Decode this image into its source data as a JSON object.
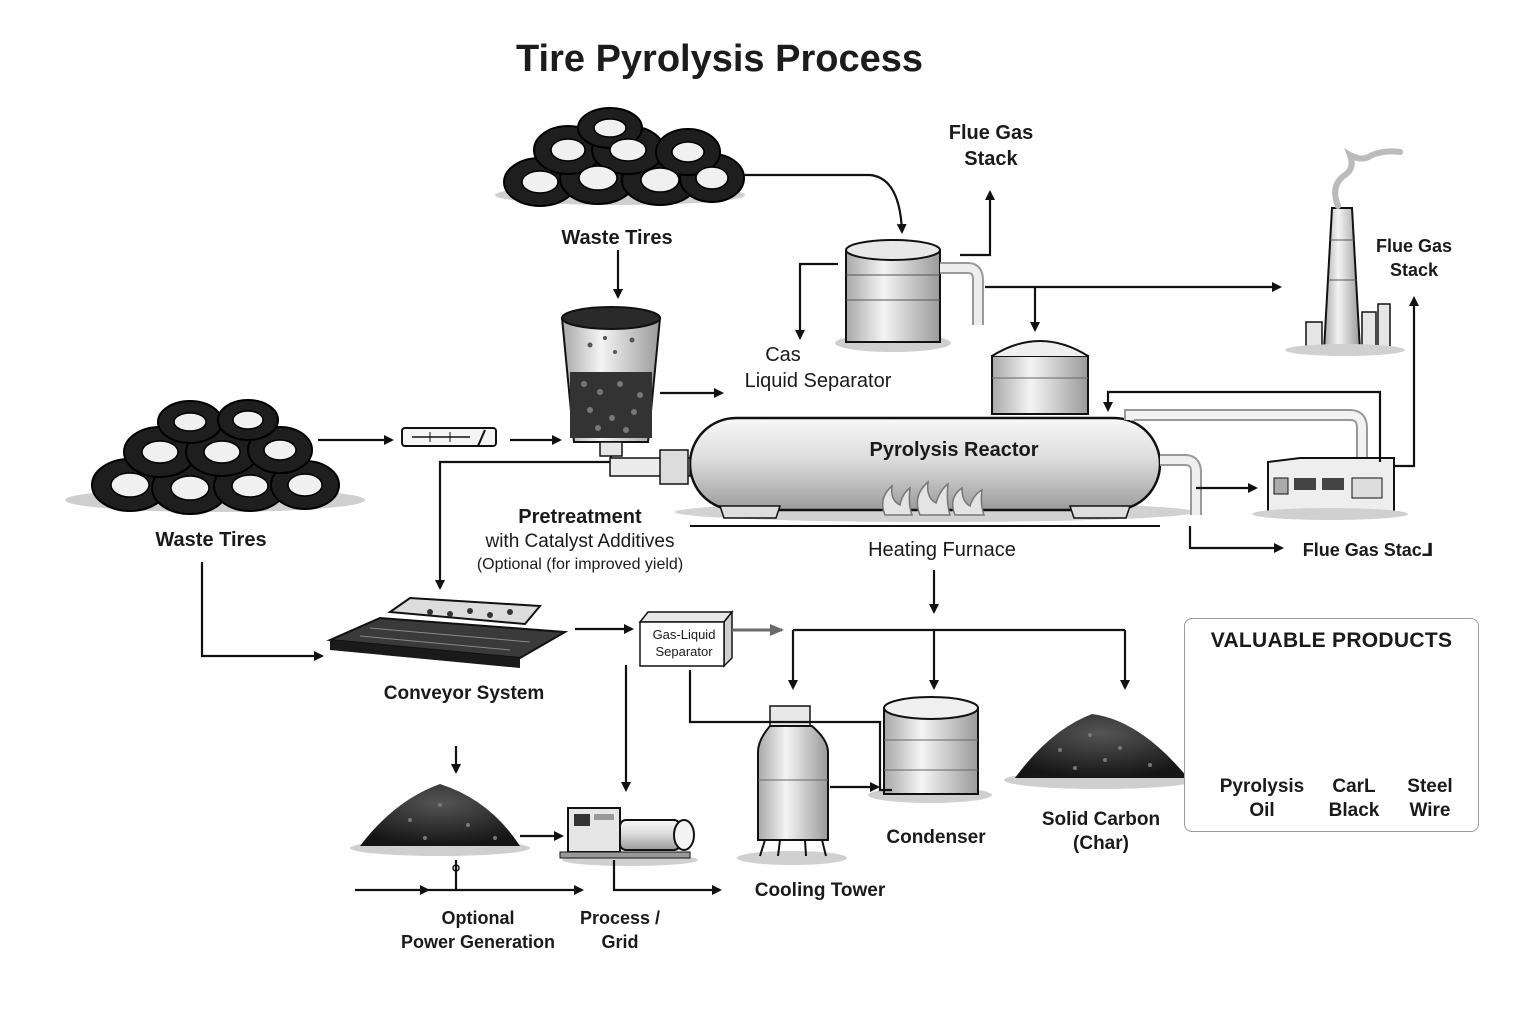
{
  "title": "Tire Pyrolysis Process",
  "labels": {
    "waste_tires_top": "Waste Tires",
    "waste_tires_left": "Waste Tires",
    "flue_gas_stack_top": [
      "Flue Gas",
      "Stack"
    ],
    "flue_gas_stack_right": [
      "Flue Gas",
      "Stack"
    ],
    "flue_gas_stack_bottom": "Flue Gas Stac⅃",
    "gas_liquid_separator_top": [
      "Cas",
      "Liquid Separator"
    ],
    "pyrolysis_reactor": "Pyrolysis Reactor",
    "heating_furnace": "Heating Furnace",
    "pretreatment": [
      "Pretreatment",
      "with Catalyst Additives",
      "(Optional (for improved yield)"
    ],
    "conveyor_system": "Conveyor System",
    "gas_liquid_separator_box": [
      "Gas-Liquid",
      "Separator"
    ],
    "condenser": "Condenser",
    "cooling_tower": "Cooling Tower",
    "solid_carbon": [
      "Solid Carbon",
      "(Char)"
    ],
    "optional_power": [
      "Optional",
      "Power Generation"
    ],
    "process_grid": [
      "Process /",
      "Grid"
    ]
  },
  "products": {
    "heading": "VALUABLE PRODUCTS",
    "items": [
      {
        "label": [
          "Pyrolysis",
          "Oil"
        ]
      },
      {
        "label": [
          "CarL",
          "Black"
        ]
      },
      {
        "label": [
          "Steel",
          "Wire"
        ]
      }
    ]
  },
  "colors": {
    "ink": "#1a1a1a",
    "metal_light": "#eeeeee",
    "metal_dark": "#8a8a8a",
    "rubber": "#2a2a2a",
    "flame": "#cfcfcf"
  }
}
